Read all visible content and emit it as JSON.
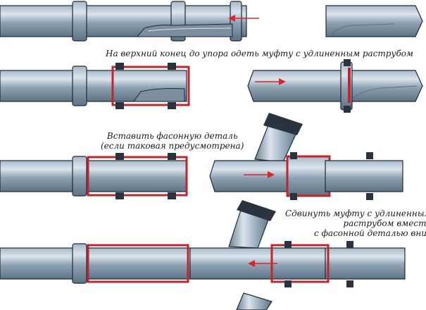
{
  "captions": {
    "step_top": "На верхний конец до упора одеть муфту с удлиненным раструбом",
    "step_fitting_line1": "Вставить фасонную деталь",
    "step_fitting_line2": "(если таковая предусмотрена)",
    "step_slide_line1": "Сдвинуть муфту с удлиненным",
    "step_slide_line2": "раструбом вместе",
    "step_slide_line3": "с фасонной деталью вниз"
  },
  "colors": {
    "pipe": "#8ea2b4",
    "pipe_light": "#c9d5e0",
    "pipe_dark": "#5d7284",
    "outline": "#1e2a36",
    "coupling": "#c0272d",
    "clamp": "#2a3340",
    "arrow": "#d8262b",
    "text": "#1a1a1a"
  },
  "icons": [
    "arrow-left-icon",
    "arrow-right-icon"
  ]
}
